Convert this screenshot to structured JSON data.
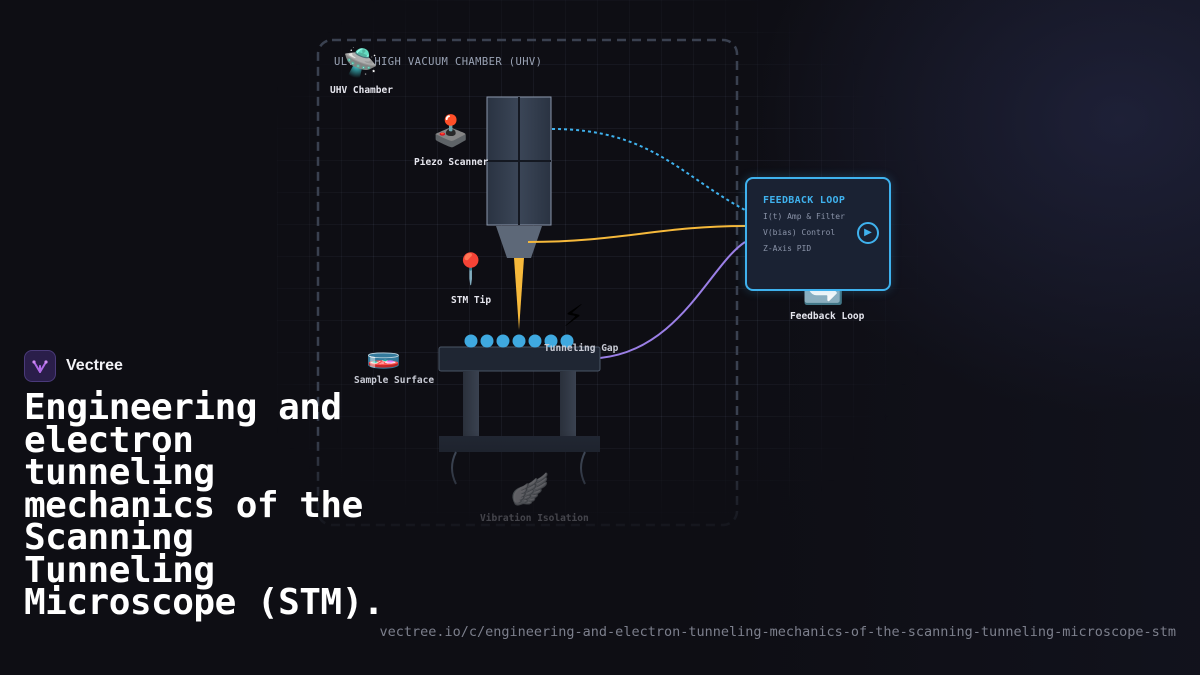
{
  "chamber": {
    "title": "ULTRA-HIGH VACUUM CHAMBER (UHV)"
  },
  "icons": {
    "uhv": "🛸",
    "piezo": "🕹️",
    "tip": "📍",
    "gap": "⚡",
    "sample": "🧫",
    "feedback": "🔄",
    "vibration": "🪽"
  },
  "labels": {
    "uhv_chamber": "UHV Chamber",
    "piezo_scanner": "Piezo Scanner",
    "stm_tip": "STM Tip",
    "tunneling_gap": "Tunneling Gap",
    "sample_surface": "Sample Surface",
    "feedback_loop": "Feedback Loop",
    "vibration_isolation": "Vibration Isolation"
  },
  "feedback": {
    "title": "FEEDBACK LOOP",
    "lines": [
      "I(t) Amp & Filter",
      "V(bias) Control",
      "Z-Axis PID"
    ],
    "play": "▶"
  },
  "brand": {
    "name": "Vectree"
  },
  "headline": "Engineering and electron tunneling mechanics of the Scanning Tunneling Microscope (STM).",
  "url": "vectree.io/c/engineering-and-electron-tunneling-mechanics-of-the-scanning-tunneling-microscope-stm",
  "colors": {
    "accent_blue": "#3fb2ee",
    "accent_yellow": "#f6b93b",
    "accent_purple": "#9b7fe6",
    "chamber_border": "#3a4150",
    "atom": "#3fa9e0"
  }
}
